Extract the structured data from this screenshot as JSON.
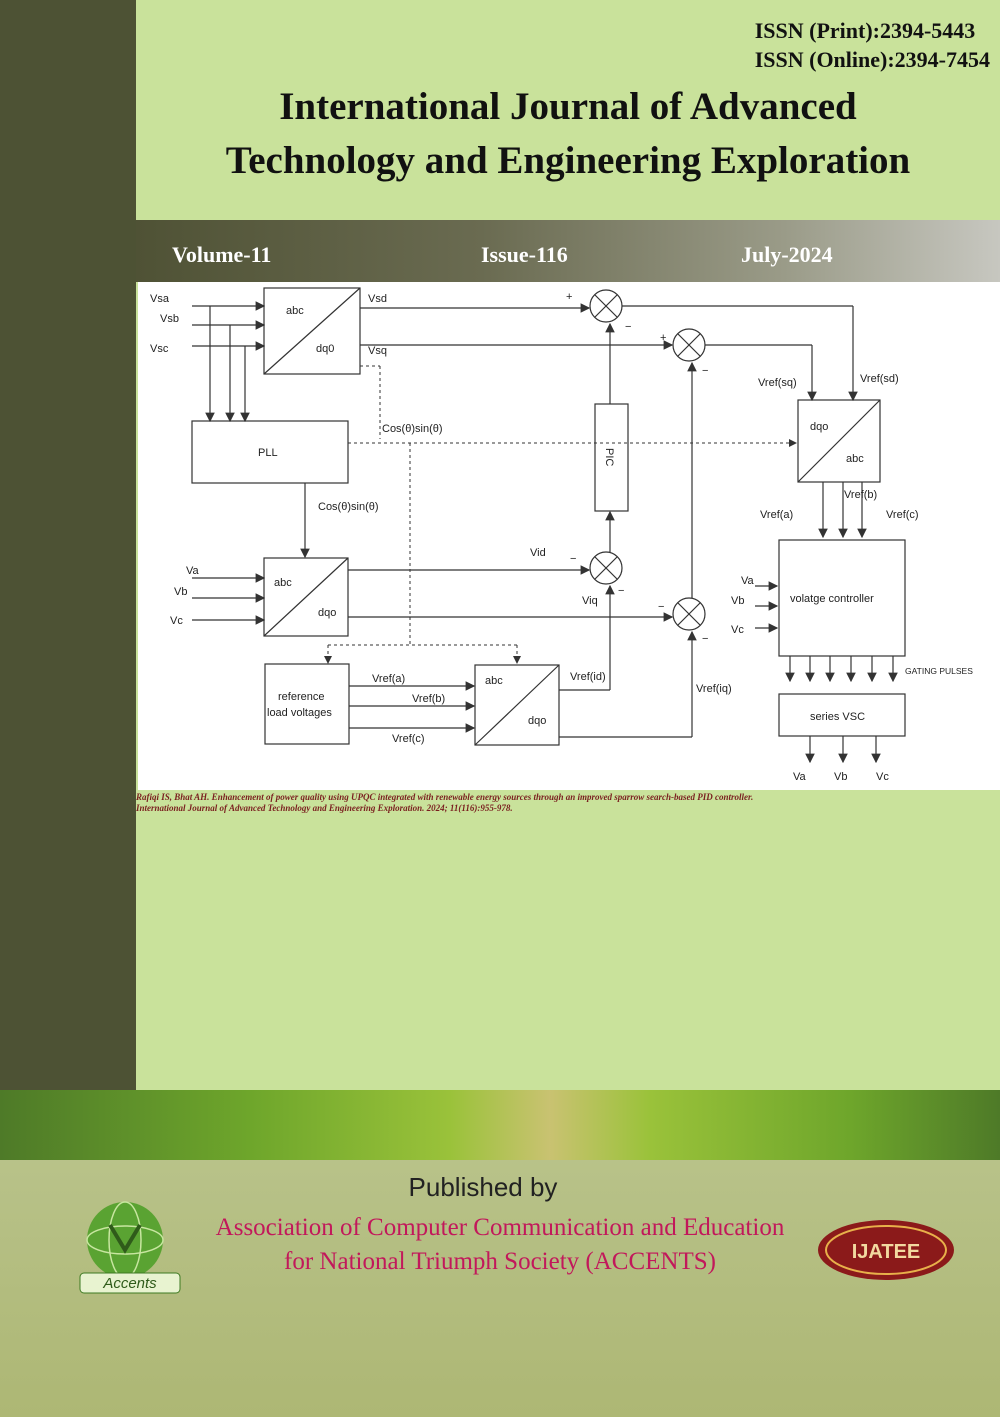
{
  "header": {
    "issn_print": "ISSN (Print):2394-5443",
    "issn_online": "ISSN (Online):2394-7454",
    "journal_title_line1": "International Journal of Advanced",
    "journal_title_line2": "Technology and Engineering Exploration"
  },
  "issue_bar": {
    "volume": "Volume-11",
    "issue": "Issue-116",
    "date": "July-2024"
  },
  "figure": {
    "inputs_top": [
      "Vsa",
      "Vsb",
      "Vsc"
    ],
    "block1": {
      "top": "abc",
      "bottom": "dq0"
    },
    "out_vsd": "Vsd",
    "out_vsq": "Vsq",
    "pll": "PLL",
    "cos_sin_top": "Cos(θ)sin(θ)",
    "cos_sin_mid": "Cos(θ)sin(θ)",
    "pic": "PIC",
    "dqo_abc": {
      "top": "dqo",
      "bottom": "abc"
    },
    "vref_sq": "Vref(sq)",
    "vref_sd": "Vref(sd)",
    "vref_a": "Vref(a)",
    "vref_b": "Vref(b)",
    "vref_c": "Vref(c)",
    "inputs_mid": [
      "Va",
      "Vb",
      "Vc"
    ],
    "block2": {
      "top": "abc",
      "bottom": "dqo"
    },
    "vid": "Vid",
    "viq": "Viq",
    "controller_inputs": [
      "Va",
      "Vb",
      "Vc"
    ],
    "controller": "volatge controller",
    "gating": "GATING PULSES",
    "series_vsc": "series VSC",
    "outputs": [
      "Va",
      "Vb",
      "Vc"
    ],
    "ref_load_line1": "reference",
    "ref_load_line2": "load voltages",
    "load_vref_a": "Vref(a)",
    "load_vref_b": "Vref(b)",
    "load_vref_c": "Vref(c)",
    "block3": {
      "top": "abc",
      "bottom": "dqo"
    },
    "vref_id": "Vref(id)",
    "vref_iq": "Vref(iq)",
    "plus": "+",
    "minus": "−"
  },
  "citation": {
    "line1": "Rafiqi IS, Bhat AH. Enhancement of power quality using UPQC integrated with renewable energy sources through an improved sparrow search-based PID controller.",
    "line2": "International Journal of Advanced Technology and Engineering Exploration. 2024; 11(116):955-978."
  },
  "publisher": {
    "published_by": "Published by",
    "name_line1": "Association of Computer Communication and Education",
    "name_line2": "for National Triumph Society (ACCENTS)",
    "logo_left_text": "Accents",
    "logo_right_text": "IJATEE"
  },
  "colors": {
    "background": "#c9e29b",
    "left_band": "#4d5234",
    "publisher_name": "#c2185b",
    "citation": "#7a1f1f"
  }
}
